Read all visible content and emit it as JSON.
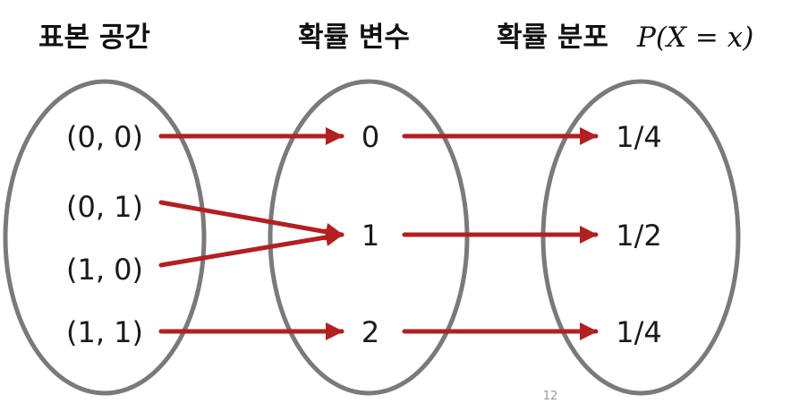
{
  "titles": {
    "sample_space": "표본 공간",
    "random_variable": "확률 변수",
    "distribution": "확률 분포",
    "distribution_math": "P(X = x)"
  },
  "sample_space": [
    "(0, 0)",
    "(0, 1)",
    "(1, 0)",
    "(1, 1)"
  ],
  "random_variable": [
    "0",
    "1",
    "2"
  ],
  "distribution": [
    "1/4",
    "1/2",
    "1/4"
  ],
  "page_number": "12",
  "colors": {
    "arrow": "#b41f1f",
    "ellipse_stroke": "#7a7a7a"
  }
}
